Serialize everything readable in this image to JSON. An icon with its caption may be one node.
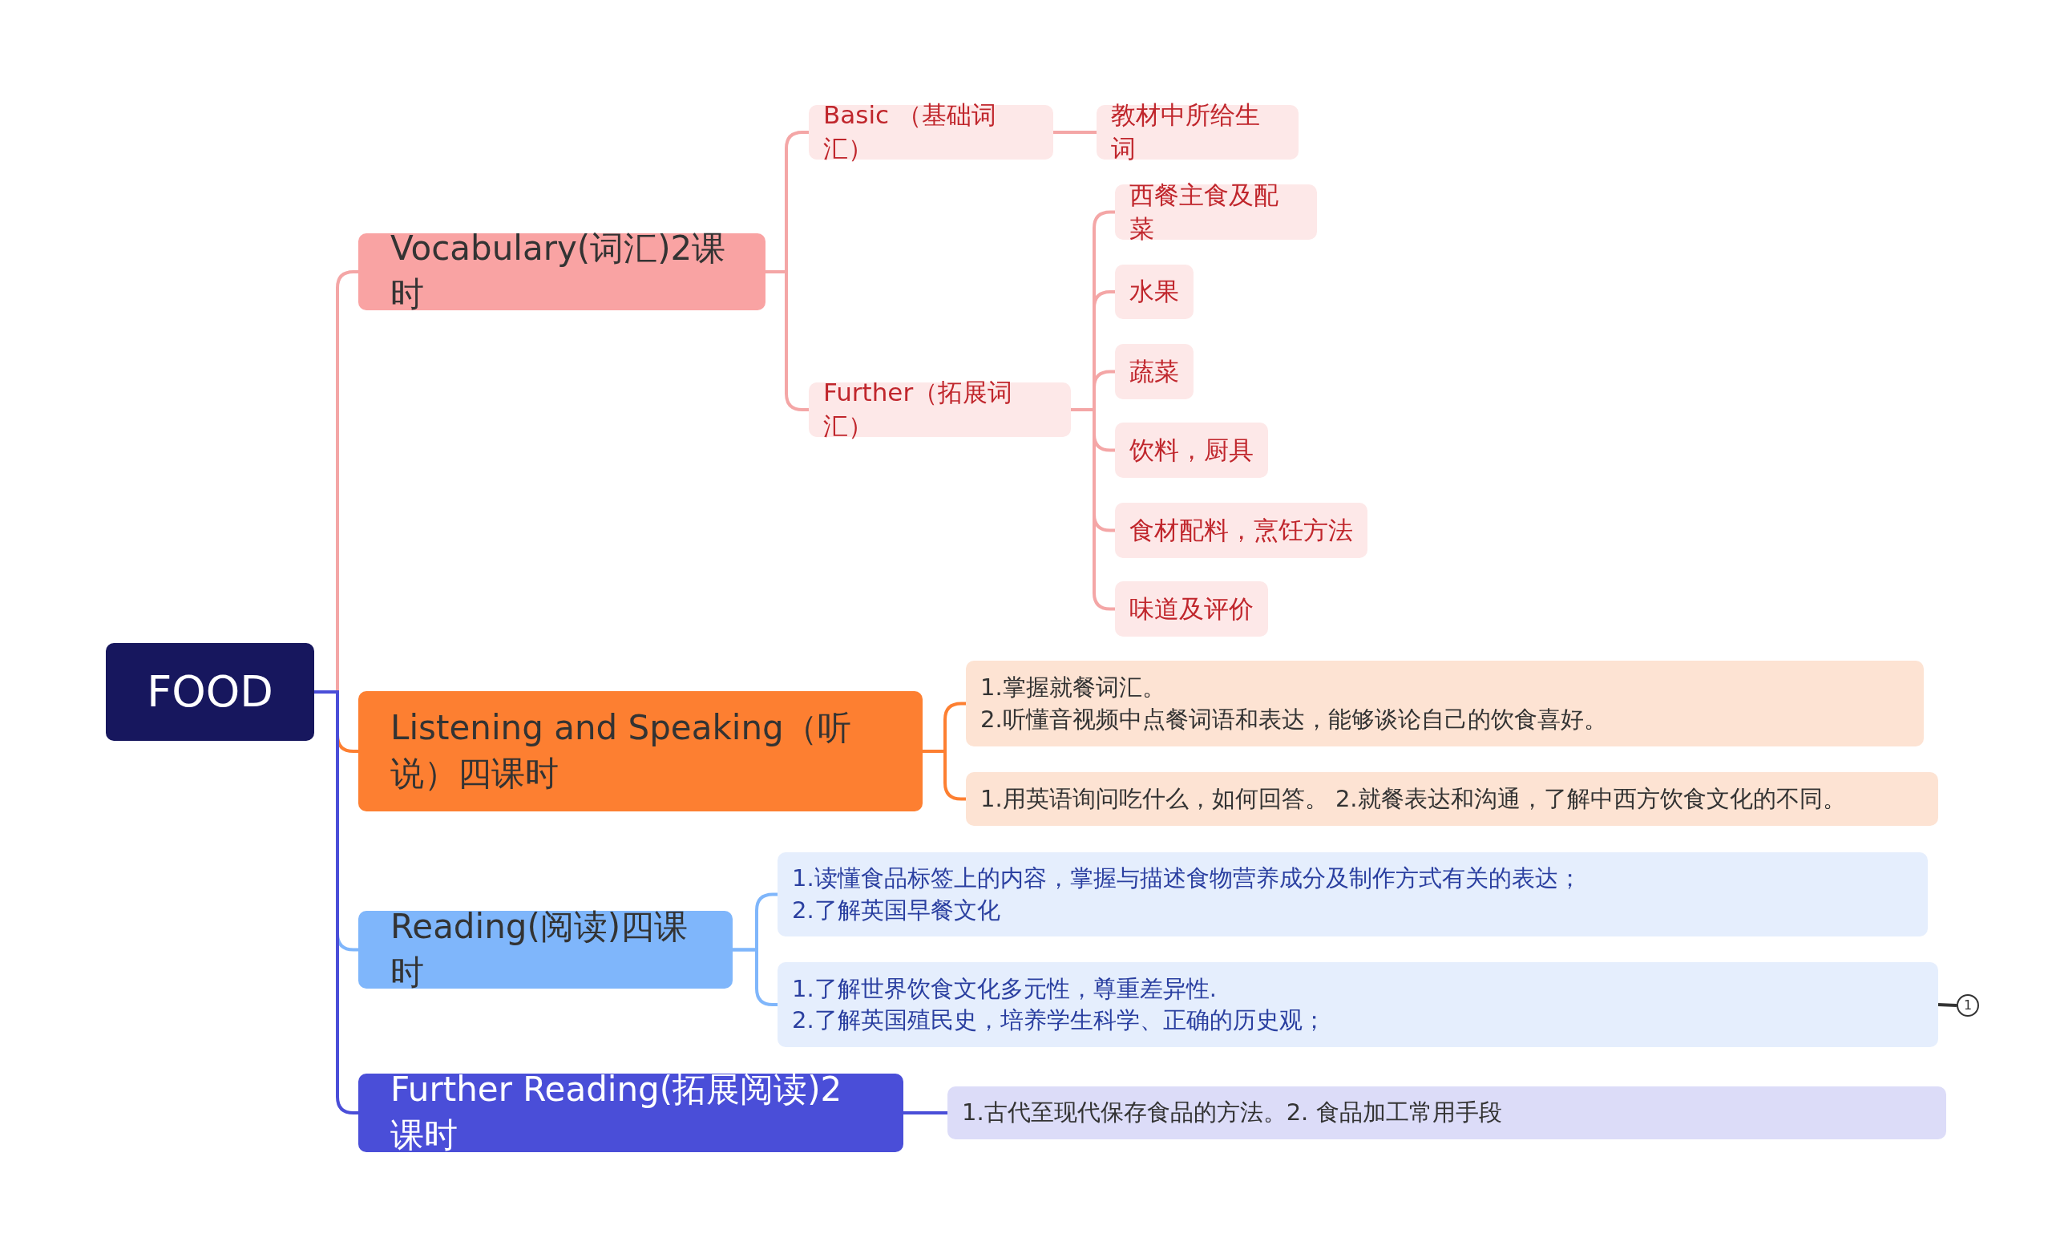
{
  "diagram": {
    "nodes": [
      {
        "text": [
          "FOOD"
        ]
      },
      {
        "text": [
          "Vocabulary(词汇)2课时"
        ]
      },
      {
        "text": [
          "Basic （基础词汇）"
        ]
      },
      {
        "text": [
          "教材中所给生词"
        ]
      },
      {
        "text": [
          "Further（拓展词汇）"
        ]
      },
      {
        "text": [
          "西餐主食及配菜"
        ]
      },
      {
        "text": [
          "水果"
        ]
      },
      {
        "text": [
          "蔬菜"
        ]
      },
      {
        "text": [
          "饮料，厨具"
        ]
      },
      {
        "text": [
          "食材配料，烹饪方法"
        ]
      },
      {
        "text": [
          "味道及评价"
        ]
      },
      {
        "text": [
          "Listening and Speaking（听说）四课时"
        ]
      },
      {
        "text": [
          "1.掌握就餐词汇。",
          "2.听懂音视频中点餐词语和表达，能够谈论自己的饮食喜好。"
        ]
      },
      {
        "text": [
          "1.用英语询问吃什么，如何回答。  2.就餐表达和沟通，了解中西方饮食文化的不同。"
        ]
      },
      {
        "text": [
          "Reading(阅读)四课时"
        ]
      },
      {
        "text": [
          "1.读懂食品标签上的内容，掌握与描述食物营养成分及制作方式有关的表达；",
          "2.了解英国早餐文化"
        ]
      },
      {
        "text": [
          "1.了解世界饮食文化多元性，尊重差异性.",
          "2.了解英国殖民史，培养学生科学、正确的历史观；"
        ]
      },
      {
        "text": [
          "Further Reading(拓展阅读)2课时"
        ]
      },
      {
        "text": [
          "1.古代至现代保存食品的方法。2.  食品加工常用手段"
        ]
      },
      {
        "text": [
          "1"
        ]
      }
    ],
    "edges": [
      {
        "from": 0,
        "to": 1,
        "arrow": "none",
        "color": "#f4a6a6"
      },
      {
        "from": 1,
        "to": 2,
        "arrow": "none",
        "color": "#f4a6a6"
      },
      {
        "from": 2,
        "to": 3,
        "arrow": "none",
        "color": "#f4a6a6"
      },
      {
        "from": 1,
        "to": 4,
        "arrow": "none",
        "color": "#f4a6a6"
      },
      {
        "from": 4,
        "to": 5,
        "arrow": "none",
        "color": "#f4a6a6"
      },
      {
        "from": 4,
        "to": 6,
        "arrow": "none",
        "color": "#f4a6a6"
      },
      {
        "from": 4,
        "to": 7,
        "arrow": "none",
        "color": "#f4a6a6"
      },
      {
        "from": 4,
        "to": 8,
        "arrow": "none",
        "color": "#f4a6a6"
      },
      {
        "from": 4,
        "to": 9,
        "arrow": "none",
        "color": "#f4a6a6"
      },
      {
        "from": 4,
        "to": 10,
        "arrow": "none",
        "color": "#f4a6a6"
      },
      {
        "from": 0,
        "to": 11,
        "arrow": "none",
        "color": "#fd7f31"
      },
      {
        "from": 11,
        "to": 12,
        "arrow": "none",
        "color": "#fd7f31"
      },
      {
        "from": 11,
        "to": 13,
        "arrow": "none",
        "color": "#fd7f31"
      },
      {
        "from": 0,
        "to": 14,
        "arrow": "none",
        "color": "#7fb6fb"
      },
      {
        "from": 14,
        "to": 15,
        "arrow": "none",
        "color": "#7fb6fb"
      },
      {
        "from": 14,
        "to": 16,
        "arrow": "none",
        "color": "#7fb6fb"
      },
      {
        "from": 0,
        "to": 17,
        "arrow": "none",
        "color": "#4a4ed8"
      },
      {
        "from": 17,
        "to": 18,
        "arrow": "none",
        "color": "#4a4ed8"
      },
      {
        "from": 16,
        "to": 19,
        "arrow": "none",
        "color": "#333333"
      }
    ]
  }
}
